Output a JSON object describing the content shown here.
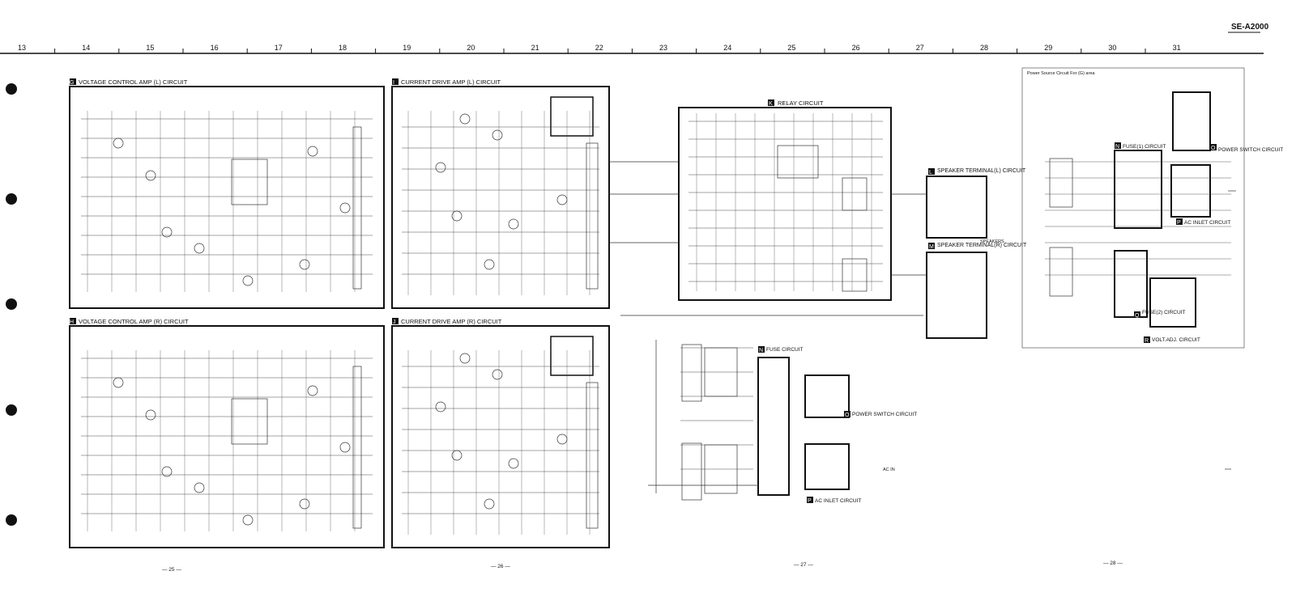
{
  "model": "SE-A2000",
  "grid_columns": [
    "13",
    "14",
    "15",
    "16",
    "17",
    "18",
    "19",
    "20",
    "21",
    "22",
    "23",
    "24",
    "25",
    "26",
    "27",
    "28",
    "29",
    "30",
    "31"
  ],
  "page_numbers": [
    "— 25 —",
    "— 26 —",
    "— 27 —",
    "— 28 —"
  ],
  "blocks": {
    "g": {
      "letter": "G",
      "title": "VOLTAGE CONTROL AMP (L) CIRCUIT"
    },
    "h": {
      "letter": "H",
      "title": "VOLTAGE CONTROL AMP (R) CIRCUIT"
    },
    "i": {
      "letter": "I",
      "title": "CURRENT DRIVE AMP (L) CIRCUIT"
    },
    "j": {
      "letter": "J",
      "title": "CURRENT DRIVE AMP (R) CIRCUIT"
    },
    "k": {
      "letter": "K",
      "title": "RELAY CIRCUIT"
    },
    "l": {
      "letter": "L",
      "title": "SPEAKER TERMINAL(L) CIRCUIT"
    },
    "m": {
      "letter": "M",
      "title": "SPEAKER TERMINAL(R) CIRCUIT"
    },
    "n1": {
      "letter": "N",
      "title": "FUSE CIRCUIT"
    },
    "o1": {
      "letter": "O",
      "title": "POWER SWITCH CIRCUIT"
    },
    "p1": {
      "letter": "P",
      "title": "AC INLET CIRCUIT"
    },
    "n2": {
      "letter": "N",
      "title": "FUSE(1) CIRCUIT"
    },
    "o2": {
      "letter": "O",
      "title": "POWER SWITCH CIRCUIT"
    },
    "p2": {
      "letter": "P",
      "title": "AC INLET CIRCUIT"
    },
    "q": {
      "letter": "Q",
      "title": "FUSE(2) CIRCUIT"
    },
    "r": {
      "letter": "R",
      "title": "VOLT.ADJ. CIRCUIT"
    }
  },
  "inset_title": "Power Source Circuit For (G) area",
  "labels": {
    "speakers": "SPEAKERS",
    "ac_in": "AC IN"
  }
}
